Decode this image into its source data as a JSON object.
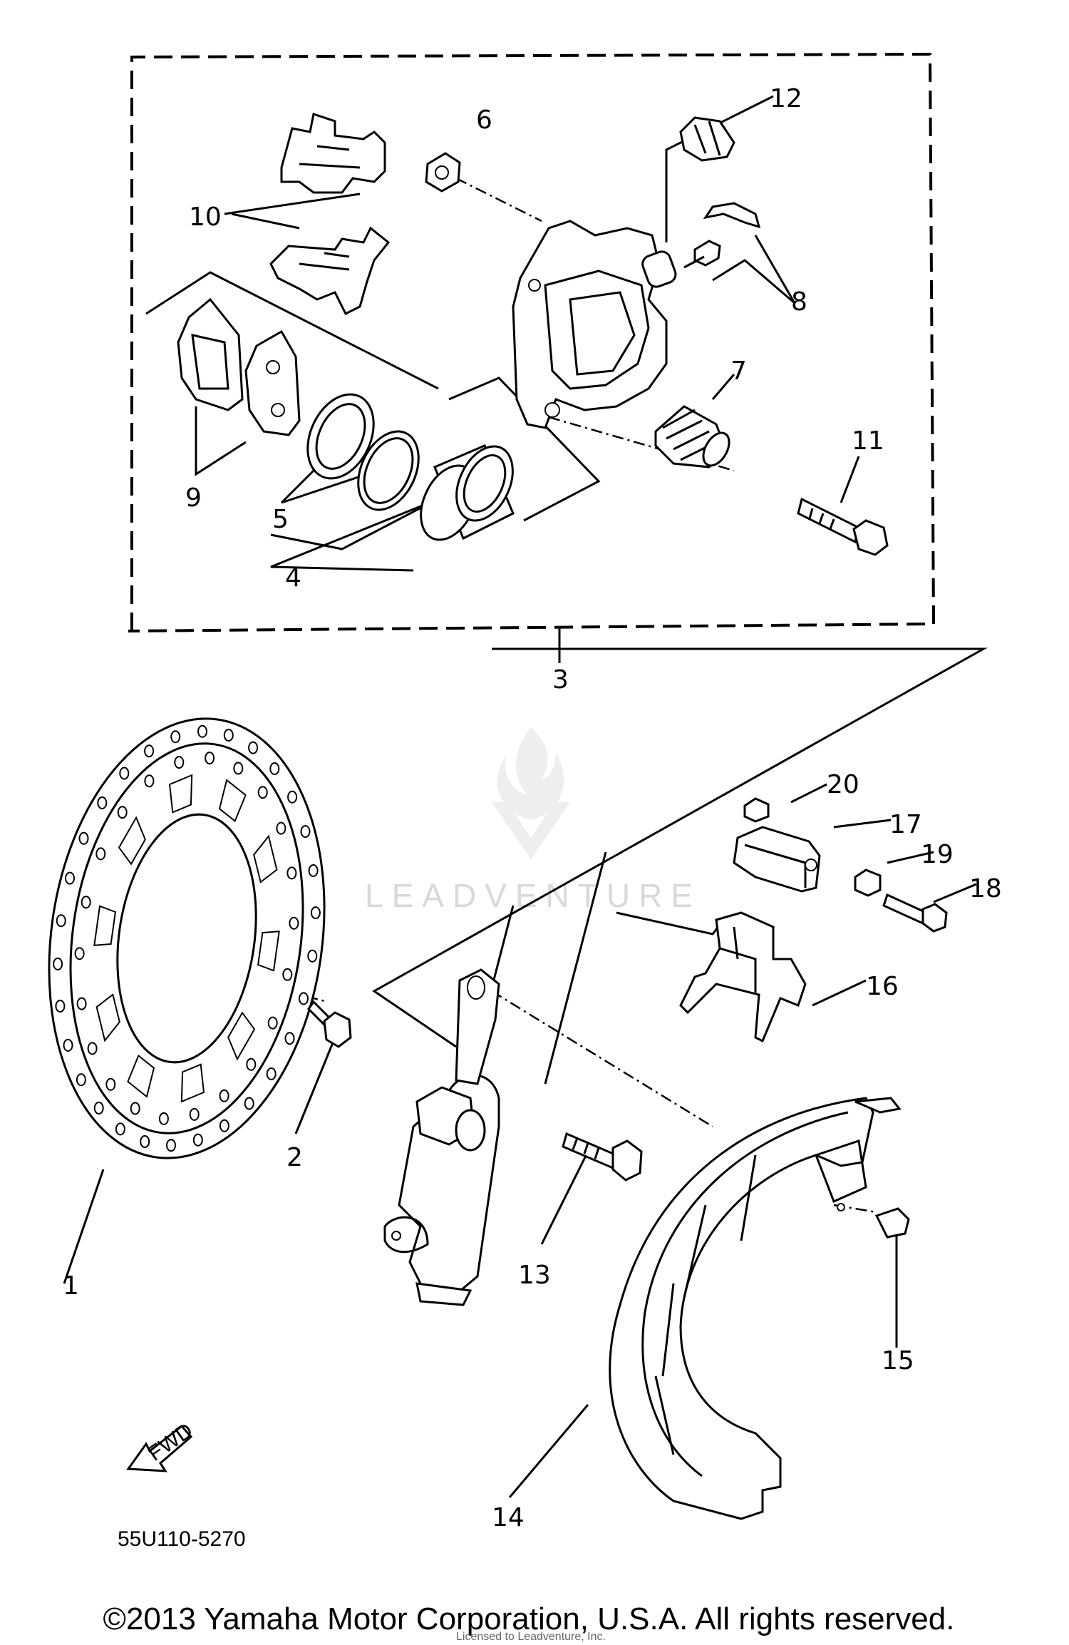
{
  "diagram": {
    "callouts": [
      "1",
      "2",
      "3",
      "4",
      "5",
      "6",
      "7",
      "8",
      "9",
      "10",
      "11",
      "12",
      "13",
      "14",
      "15",
      "16",
      "17",
      "18",
      "19",
      "20"
    ],
    "diagram_code": "55U110-5270",
    "direction_tag": "FWD",
    "copyright": "©2013 Yamaha Motor Corporation, U.S.A. All rights reserved.",
    "watermark": "LEADVENTURE",
    "watermark_small": "Licensed to Leadventure, Inc."
  }
}
